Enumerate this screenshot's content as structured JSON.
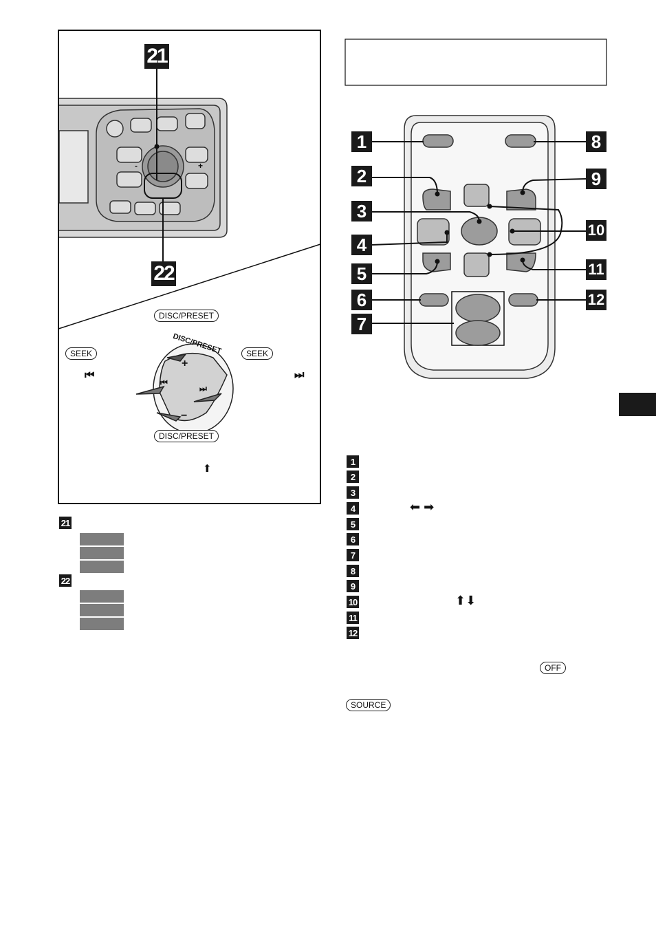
{
  "left_panel": {
    "callout_21": "21",
    "callout_22": "22",
    "disc_preset_top": "DISC/PRESET",
    "disc_preset_bottom": "DISC/PRESET",
    "dial_label": "DISC/PRESET",
    "seek_left": "SEEK",
    "seek_right": "SEEK",
    "prev_symbol": "⏮",
    "next_symbol": "⏭",
    "dial_prev_symbol": "⏮",
    "dial_next_symbol": "⏭",
    "plus": "+",
    "minus": "−",
    "up_arrow": "⬆",
    "front_plus": "+",
    "front_minus": "-"
  },
  "left_legend": {
    "items": [
      {
        "badge": "21",
        "bars": 3
      },
      {
        "badge": "22",
        "bars": 3
      }
    ]
  },
  "remote": {
    "callouts": [
      "1",
      "2",
      "3",
      "4",
      "5",
      "6",
      "7",
      "8",
      "9",
      "10",
      "11",
      "12"
    ]
  },
  "right_legend": {
    "badges": [
      "1",
      "2",
      "3",
      "4",
      "5",
      "6",
      "7",
      "8",
      "9",
      "10",
      "11",
      "12"
    ],
    "arrows_item4": "⬅ ➡",
    "arrows_item10": "⬆⬇"
  },
  "buttons": {
    "off": "OFF",
    "source": "SOURCE"
  }
}
